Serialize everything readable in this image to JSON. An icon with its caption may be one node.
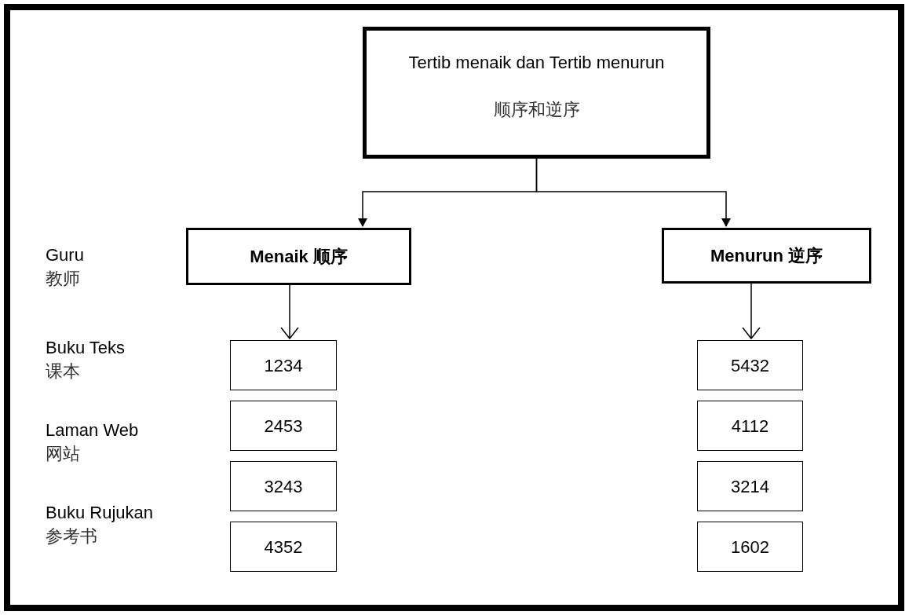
{
  "diagram": {
    "nodes": [
      {
        "text": [
          "Tertib menaik dan Tertib menurun",
          "顺序和逆序"
        ]
      },
      {
        "text": [
          "**Menaik** 顺序"
        ]
      },
      {
        "text": [
          "**Menurun** 逆序"
        ]
      },
      {
        "text": [
          "1234"
        ]
      },
      {
        "text": [
          "2453"
        ]
      },
      {
        "text": [
          "3243"
        ]
      },
      {
        "text": [
          "4352"
        ]
      },
      {
        "text": [
          "5432"
        ]
      },
      {
        "text": [
          "4112"
        ]
      },
      {
        "text": [
          "3214"
        ]
      },
      {
        "text": [
          "1602"
        ]
      }
    ],
    "edges": [
      {
        "from": 0,
        "to": 1,
        "arrow": "to"
      },
      {
        "from": 0,
        "to": 2,
        "arrow": "to"
      },
      {
        "from": 1,
        "to": 3,
        "arrow": "to"
      },
      {
        "from": 2,
        "to": 7,
        "arrow": "to"
      }
    ],
    "labels": [
      "Guru",
      "教师",
      "Buku Teks",
      "课本",
      "Laman Web",
      "网站",
      "Buku Rujukan",
      "参考书"
    ]
  }
}
